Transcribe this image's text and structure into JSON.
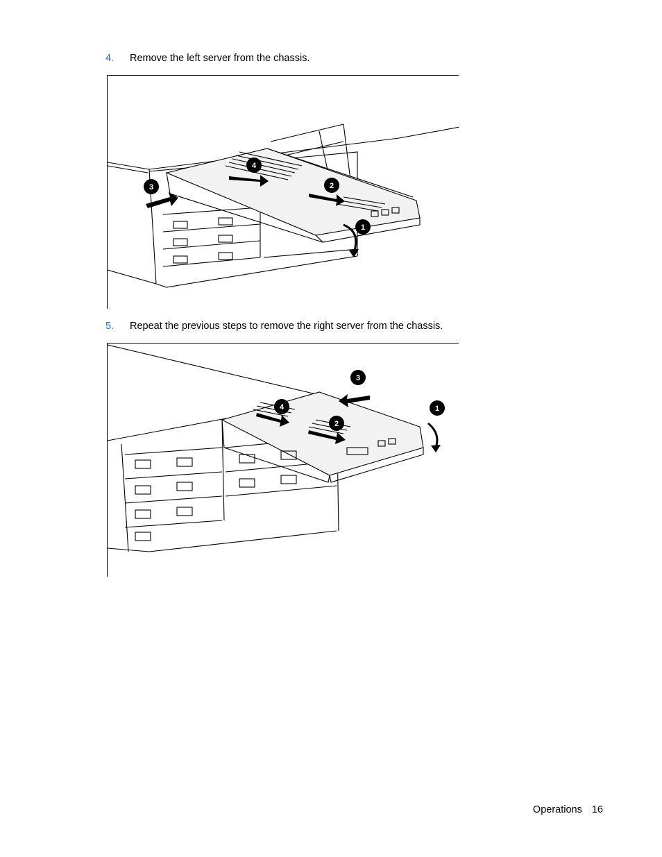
{
  "steps": [
    {
      "number": "4.",
      "text": "Remove the left server from the chassis."
    },
    {
      "number": "5.",
      "text": "Repeat the previous steps to remove the right server from the chassis."
    }
  ],
  "figure1": {
    "callouts": [
      "4",
      "3",
      "2",
      "1"
    ]
  },
  "figure2": {
    "callouts": [
      "3",
      "1",
      "4",
      "2"
    ]
  },
  "footer": {
    "section": "Operations",
    "page": "16"
  },
  "colors": {
    "step_number": "#1a6fd9"
  }
}
